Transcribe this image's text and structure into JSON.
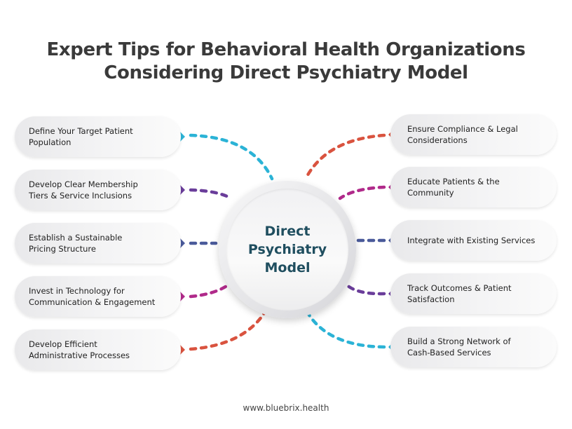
{
  "title": {
    "line1": "Expert Tips for Behavioral Health Organizations",
    "line2": "Considering Direct Psychiatry Model"
  },
  "center": {
    "line1": "Direct",
    "line2": "Psychiatry",
    "line3": "Model"
  },
  "left_items": [
    {
      "line1": "Define Your Target Patient",
      "line2": "Population",
      "color": "#2bb3d6"
    },
    {
      "line1": "Develop Clear Membership",
      "line2": "Tiers & Service Inclusions",
      "color": "#6a3d9a"
    },
    {
      "line1": "Establish a Sustainable",
      "line2": "Pricing Structure",
      "color": "#4a5a9a"
    },
    {
      "line1": "Invest in Technology for",
      "line2": "Communication & Engagement",
      "color": "#b02a8a"
    },
    {
      "line1": "Develop Efficient",
      "line2": "Administrative Processes",
      "color": "#d9533f"
    }
  ],
  "right_items": [
    {
      "line1": "Ensure Compliance & Legal",
      "line2": "Considerations",
      "color": "#d9533f"
    },
    {
      "line1": "Educate Patients & the",
      "line2": "Community",
      "color": "#b02a8a"
    },
    {
      "line1": "Integrate with Existing Services",
      "line2": "",
      "color": "#4a5a9a"
    },
    {
      "line1": "Track Outcomes & Patient",
      "line2": "Satisfaction",
      "color": "#6a3d9a"
    },
    {
      "line1": "Build a Strong Network of",
      "line2": "Cash-Based Services",
      "color": "#2bb3d6"
    }
  ],
  "footer": "www.bluebrix.health"
}
